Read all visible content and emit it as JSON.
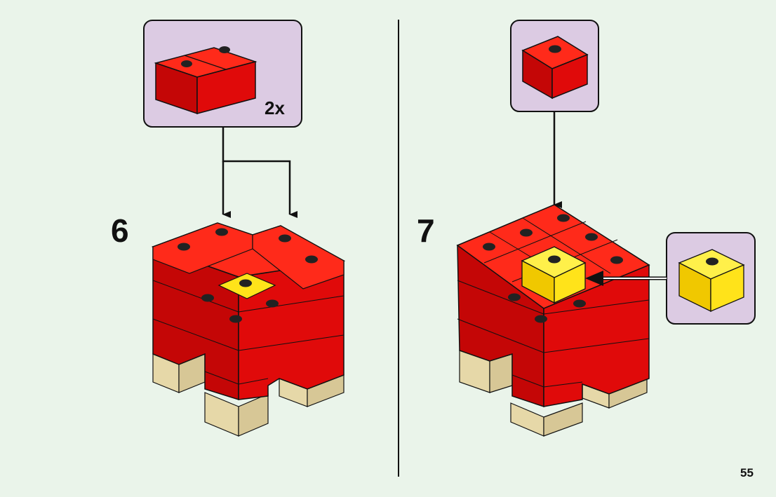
{
  "page": {
    "page_number": "55",
    "colors": {
      "background": "#eaf4ea",
      "callout_fill": "#dccbe3",
      "brick_red": "#e00a0a",
      "brick_yellow": "#ffe31a",
      "brick_tan": "#e6d8a8"
    }
  },
  "steps": [
    {
      "number": "6",
      "parts_callout": {
        "quantity": "2x",
        "part": "red-2x1-brick"
      }
    },
    {
      "number": "7",
      "parts_callout": {
        "part": "red-1x1-brick"
      },
      "insert_callout": {
        "part": "yellow-1x1-brick"
      }
    }
  ]
}
